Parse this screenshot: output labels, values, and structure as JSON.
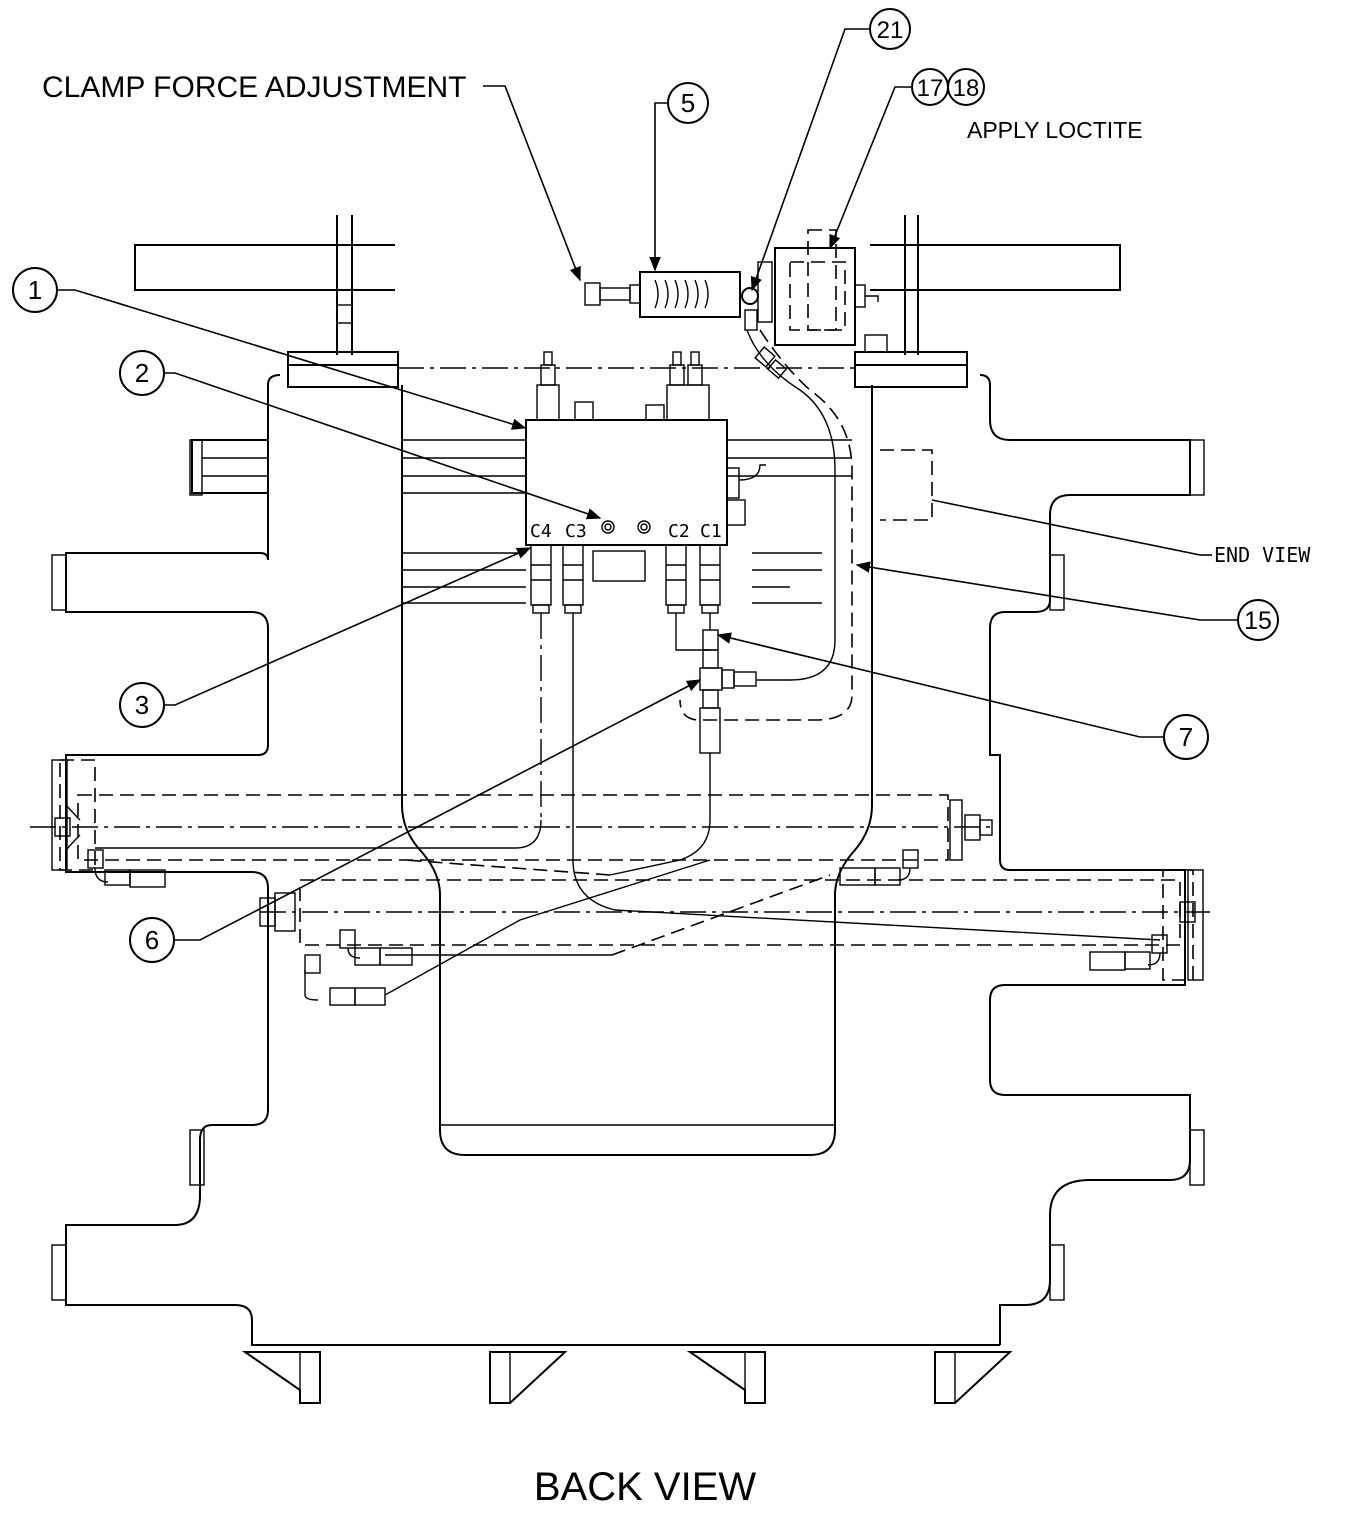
{
  "notes": {
    "clamp_force": "CLAMP FORCE ADJUSTMENT",
    "apply_loctite": "APPLY LOCTITE",
    "end_view": "END VIEW",
    "back_view": "BACK VIEW"
  },
  "ports": [
    "C4",
    "C3",
    "C2",
    "C1"
  ],
  "balloons": [
    "1",
    "2",
    "3",
    "5",
    "6",
    "7",
    "15",
    "17",
    "18",
    "21"
  ]
}
